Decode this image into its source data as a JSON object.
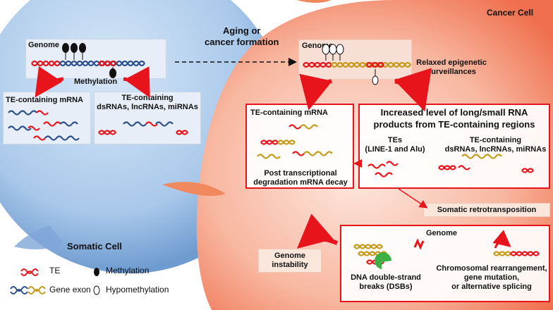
{
  "colors": {
    "te_red": "#e8141c",
    "exon_blue": "#2b4f8c",
    "exon_gold": "#c39a1a",
    "arrow_red": "#e8141c"
  },
  "titles": {
    "cancer_cell": "Cancer Cell",
    "somatic_cell": "Somatic Cell",
    "transition": "Aging or\ncancer formation"
  },
  "somatic": {
    "genome_label": "Genome",
    "methylation_label": "Methylation",
    "mrna_label": "TE-containing mRNA",
    "dsrna_label": "TE-containing\ndsRNAs, lncRNAs, miRNAs"
  },
  "cancer": {
    "genome_label": "Genome",
    "relaxed_label": "Relaxed epigenetic\nsurveillances",
    "mrna_title": "TE-containing mRNA",
    "decay_label": "Post transcriptional\ndegradation mRNA decay",
    "increased_title": "Increased level of long/small RNA\nproducts from TE-containing regions",
    "tes_label": "TEs\n(LINE-1 and Alu)",
    "te_rnas_label": "TE-containing\ndsRNAs, lncRNAs, miRNAs",
    "retro_label": "Somatic retrotransposition",
    "genome2_label": "Genome",
    "instability_label": "Genome\ninstability",
    "dsb_label": "DNA double-strand\nbreaks (DSBs)",
    "rearrange_label": "Chromosomal rearrangement,\ngene mutation,\nor alternative splicing"
  },
  "legend": {
    "te": "TE",
    "methylation": "Methylation",
    "gene_exon": "Gene exon",
    "hypomethylation": "Hypomethylation"
  }
}
